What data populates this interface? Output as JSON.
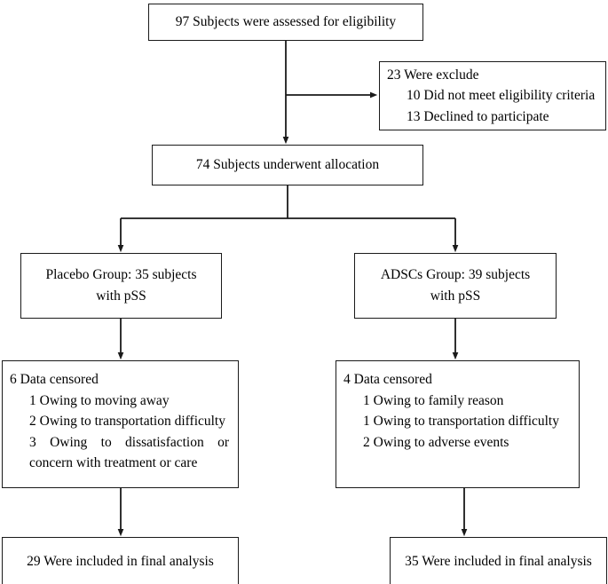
{
  "diagram": {
    "title": "CONSORT participant flow diagram",
    "type": "flowchart",
    "line_color": "#1a1a1a",
    "background": "#ffffff"
  },
  "nodes": {
    "screened": {
      "label": "97 Subjects were assessed for eligibility",
      "count": 97
    },
    "excluded": {
      "heading": "23 Were exclude",
      "count": 23,
      "reasons": [
        "10 Did not meet eligibility criteria",
        "13 Declined to participate"
      ]
    },
    "allocated": {
      "label": "74 Subjects underwent allocation",
      "count": 74
    },
    "group_placebo": {
      "line1": "Placebo Group: 35 subjects",
      "line2": "with pSS",
      "count": 35
    },
    "group_adscs": {
      "line1": "ADSCs Group: 39 subjects",
      "line2": "with pSS",
      "count": 39
    },
    "censored_placebo": {
      "heading": "6 Data censored",
      "count": 6,
      "reasons": [
        "1 Owing to moving away",
        "2 Owing to transportation difficulty"
      ],
      "reason_wrapped": "3 Owing to dissatisfaction or concern with treatment or care"
    },
    "censored_adscs": {
      "heading": "4 Data censored",
      "count": 4,
      "reasons": [
        "1 Owing to family reason",
        "1 Owing to transportation difficulty",
        "2 Owing to adverse events"
      ]
    },
    "final_placebo": {
      "label": "29 Were included in final analysis",
      "count": 29
    },
    "final_adscs": {
      "label": "35 Were included in final analysis",
      "count": 35
    }
  }
}
